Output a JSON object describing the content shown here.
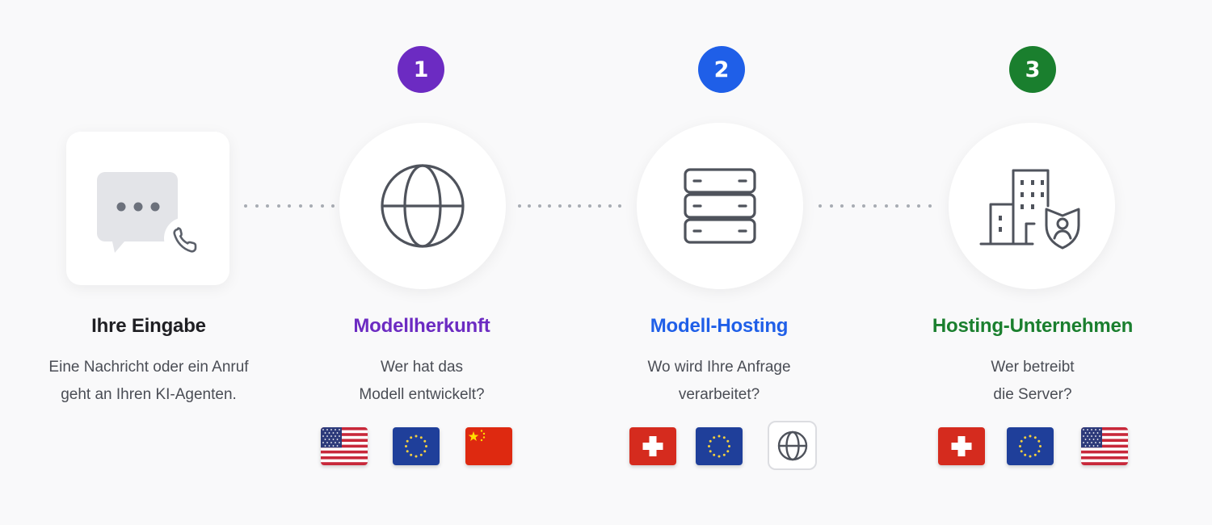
{
  "steps": [
    {
      "title": "Ihre Eingabe",
      "desc_lines": [
        "Eine Nachricht oder ein Anruf",
        "geht an Ihren KI-Agenten."
      ],
      "icon": "chat-phone-icon",
      "title_color": "#1f1f23"
    },
    {
      "number": "1",
      "badge_color": "#6c2bc2",
      "title": "Modellherkunft",
      "title_color": "#6c2bc2",
      "desc_lines": [
        "Wer hat das",
        "Modell entwickelt?"
      ],
      "icon": "globe-icon",
      "flags": [
        "usa-flag",
        "eu-flag",
        "china-flag"
      ]
    },
    {
      "number": "2",
      "badge_color": "#1f5fe8",
      "title": "Modell-Hosting",
      "title_color": "#1f5fe8",
      "desc_lines": [
        "Wo wird Ihre Anfrage",
        "verarbeitet?"
      ],
      "icon": "server-icon",
      "flags": [
        "switzerland-flag",
        "eu-flag",
        "globe-icon"
      ]
    },
    {
      "number": "3",
      "badge_color": "#1a7f2e",
      "title": "Hosting-Unternehmen",
      "title_color": "#1a7f2e",
      "desc_lines": [
        "Wer betreibt",
        "die Server?"
      ],
      "icon": "building-shield-icon",
      "flags": [
        "switzerland-flag",
        "eu-flag",
        "usa-flag"
      ]
    }
  ]
}
